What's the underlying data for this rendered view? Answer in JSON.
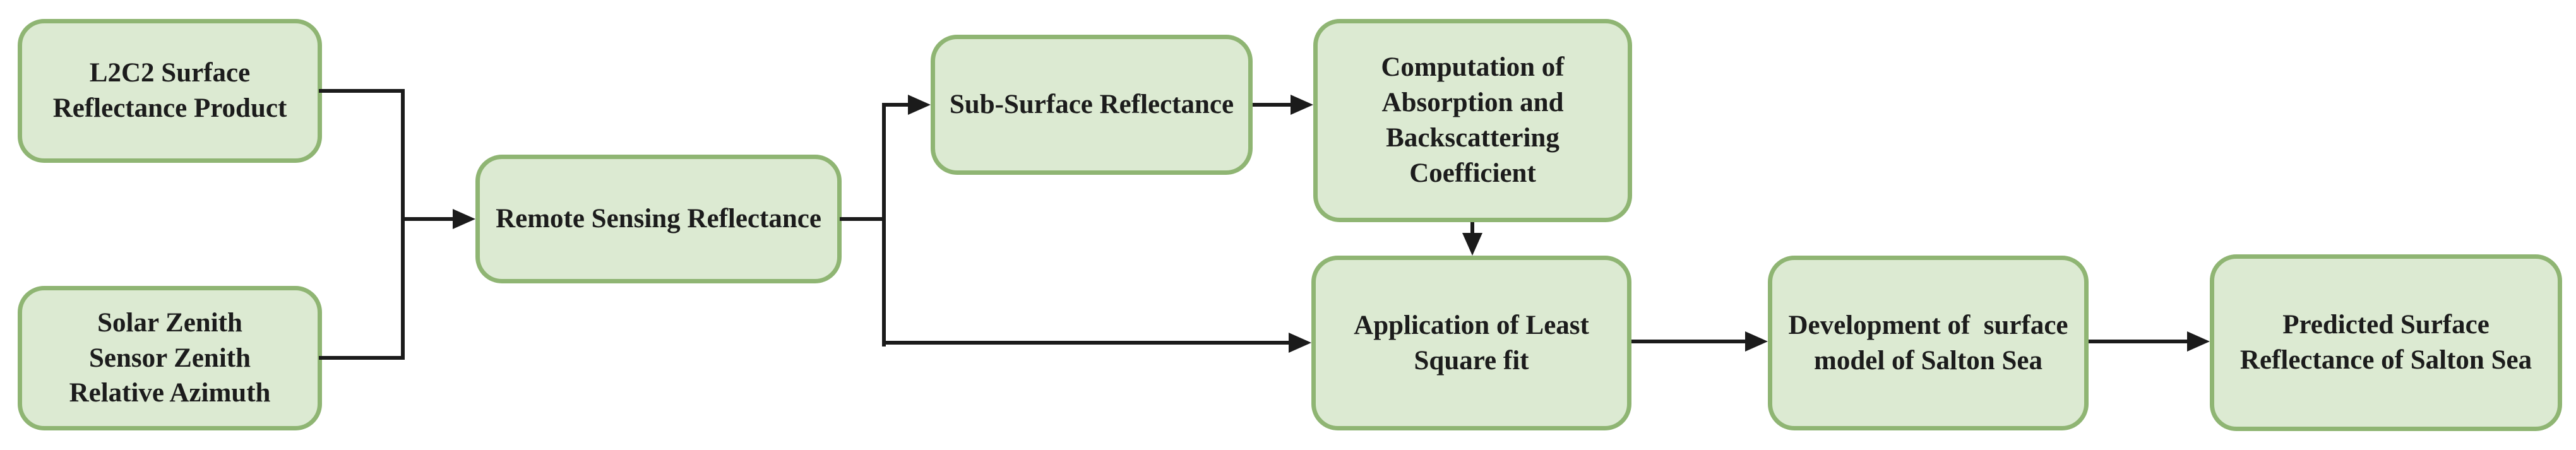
{
  "diagram": {
    "title": "Salton Sea surface reflectance modeling workflow flowchart",
    "colors": {
      "background": "#ffffff",
      "node_fill": "#dcead2",
      "node_border": "#8fb573",
      "connector": "#1b1b1b",
      "text": "#1c1c1c"
    },
    "nodes": [
      {
        "id": "l2c2",
        "label": "L2C2 Surface Reflectance Product",
        "lines": [
          "L2C2 Surface",
          "Reflectance Product"
        ]
      },
      {
        "id": "solar",
        "label": "Solar Zenith Sensor Zenith Relative Azimuth",
        "lines": [
          "Solar Zenith",
          "Sensor Zenith",
          "Relative Azimuth"
        ]
      },
      {
        "id": "rsr",
        "label": "Remote Sensing Reflectance",
        "lines": [
          "Remote Sensing Reflectance"
        ]
      },
      {
        "id": "subsurface",
        "label": "Sub-Surface Reflectance",
        "lines": [
          "Sub-Surface Reflectance"
        ]
      },
      {
        "id": "computation",
        "label": "Computation of Absorption and Backscattering Coefficient",
        "lines": [
          "Computation of",
          "Absorption and",
          "Backscattering",
          "Coefficient"
        ]
      },
      {
        "id": "leastsquare",
        "label": "Application of Least Square fit",
        "lines": [
          "Application of Least",
          "Square fit"
        ]
      },
      {
        "id": "development",
        "label": "Development of  surface model of Salton Sea",
        "lines": [
          "Development of  surface",
          "model of Salton Sea"
        ]
      },
      {
        "id": "predicted",
        "label": "Predicted Surface Reflectance of Salton Sea",
        "lines": [
          "Predicted Surface",
          "Reflectance of Salton Sea"
        ]
      }
    ],
    "edges": [
      {
        "from": "l2c2",
        "to": "rsr"
      },
      {
        "from": "solar",
        "to": "rsr"
      },
      {
        "from": "rsr",
        "to": "subsurface"
      },
      {
        "from": "rsr",
        "to": "leastsquare"
      },
      {
        "from": "subsurface",
        "to": "computation"
      },
      {
        "from": "computation",
        "to": "leastsquare"
      },
      {
        "from": "leastsquare",
        "to": "development"
      },
      {
        "from": "development",
        "to": "predicted"
      }
    ]
  }
}
